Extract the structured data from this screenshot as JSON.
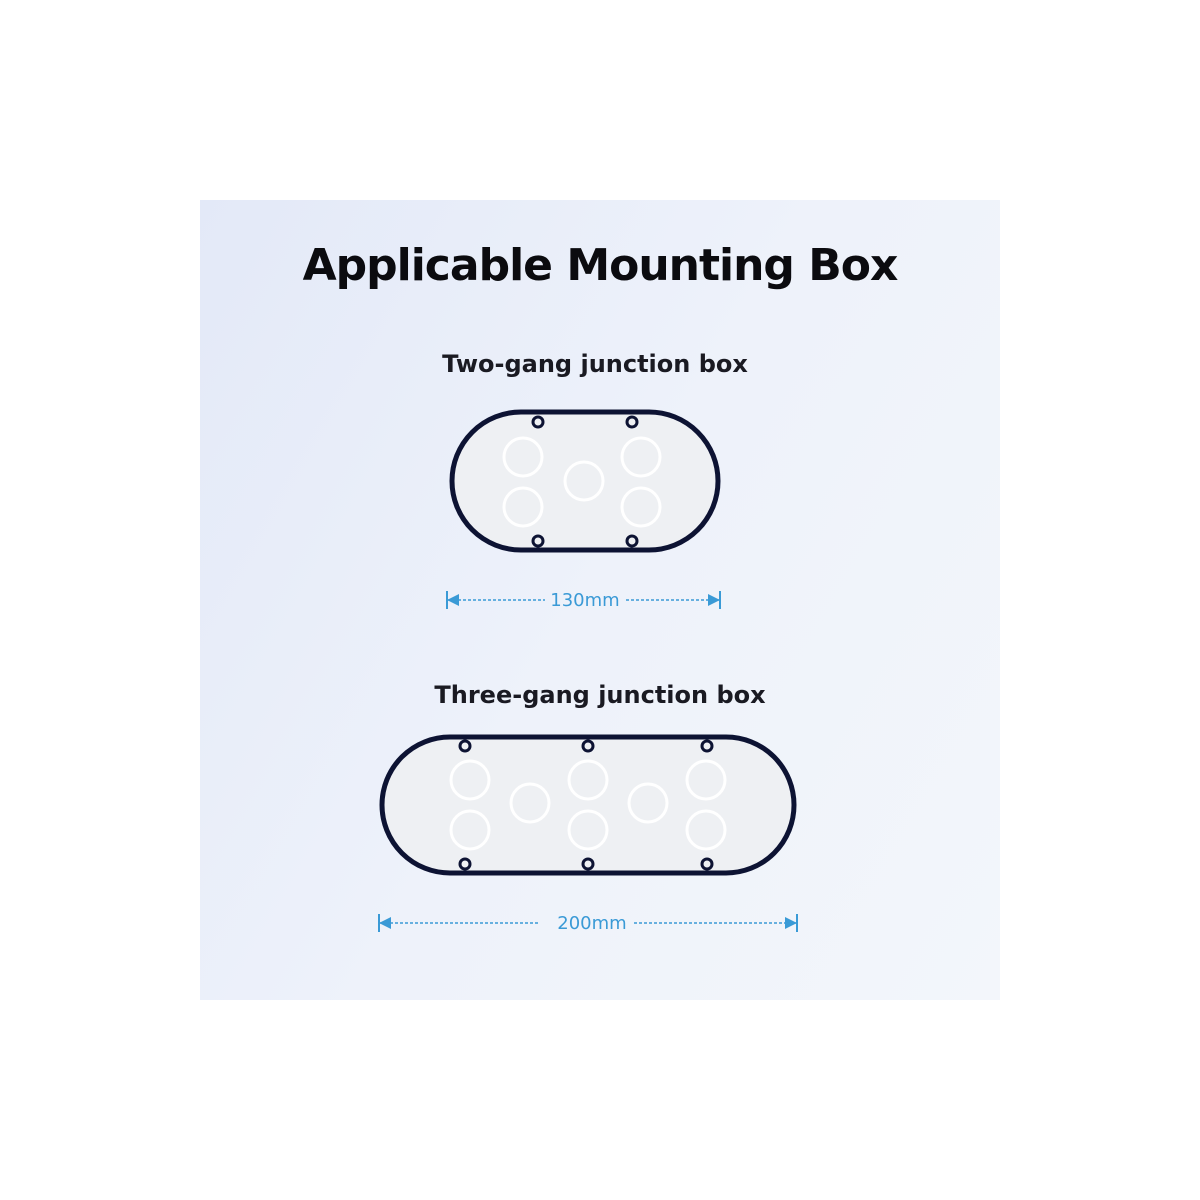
{
  "title": "Applicable Mounting Box",
  "boxes": [
    {
      "name": "Two-gang junction box",
      "dimension": "130mm"
    },
    {
      "name": "Three-gang junction box",
      "dimension": "200mm"
    }
  ],
  "colors": {
    "outline": "#0d1333",
    "box_fill": "#eef0f3",
    "knockout": "#ffffff",
    "dimension": "#3a9ad6",
    "title": "#0b0b0f"
  }
}
